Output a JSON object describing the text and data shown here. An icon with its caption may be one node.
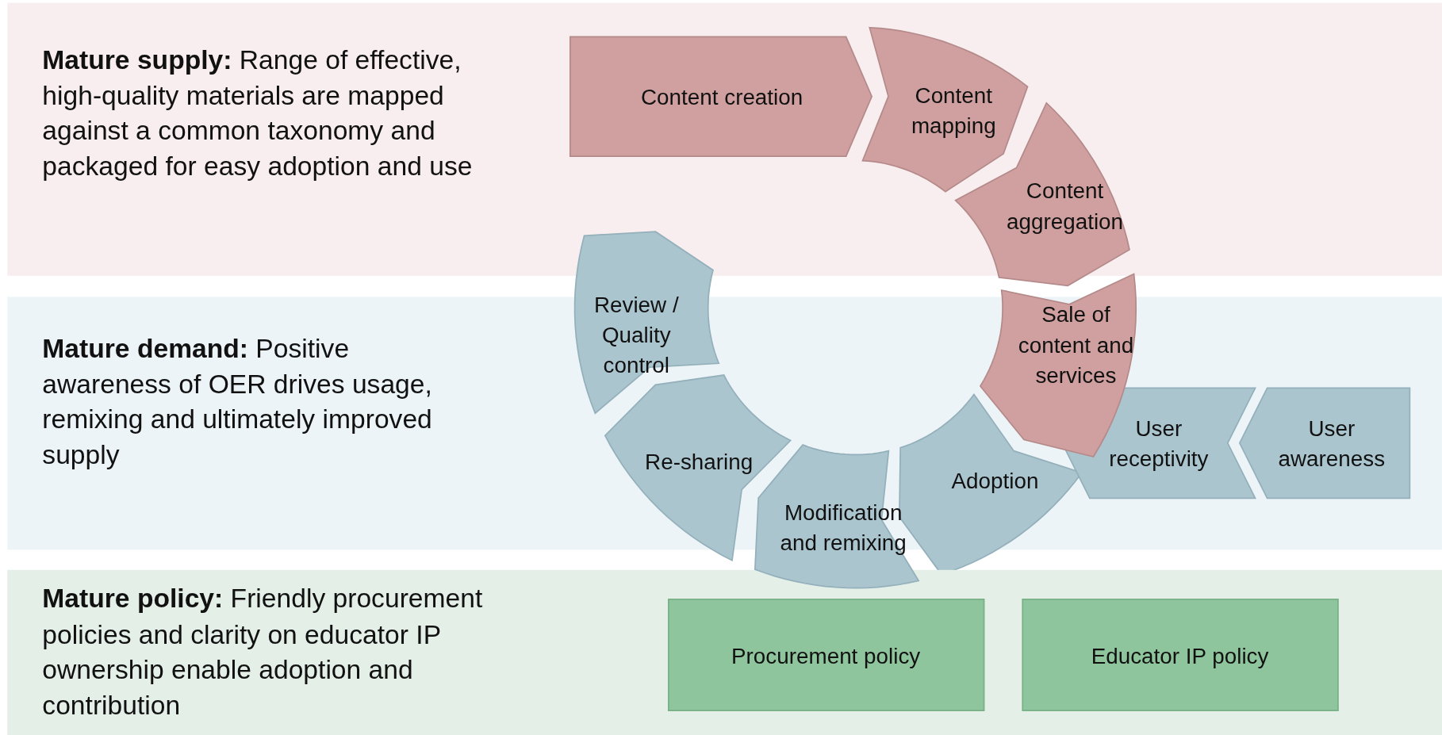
{
  "diagram": {
    "nodes": [
      {
        "text": [
          "**Mature supply:** Range of effective, high-quality materials are mapped against a common taxonomy and packaged for easy adoption and use"
        ]
      },
      {
        "text": [
          "**Mature demand:** Positive awareness of OER drives usage, remixing and ultimately improved supply"
        ]
      },
      {
        "text": [
          "**Mature policy:** Friendly procurement policies and clarity on educator IP ownership enable adoption and contribution"
        ]
      },
      {
        "text": [
          "Content creation"
        ],
        "in": 0
      },
      {
        "text": [
          "Content mapping"
        ],
        "in": 0
      },
      {
        "text": [
          "Content aggregation"
        ],
        "in": 0
      },
      {
        "text": [
          "Sale of content and services"
        ]
      },
      {
        "text": [
          "Review / Quality control"
        ]
      },
      {
        "text": [
          "Re-sharing"
        ],
        "in": 1
      },
      {
        "text": [
          "Modification and remixing"
        ]
      },
      {
        "text": [
          "Adoption"
        ],
        "in": 1
      },
      {
        "text": [
          "User receptivity"
        ],
        "in": 1
      },
      {
        "text": [
          "User awareness"
        ],
        "in": 1
      },
      {
        "text": [
          "Procurement policy"
        ],
        "in": 2
      },
      {
        "text": [
          "Educator IP policy"
        ],
        "in": 2
      }
    ]
  }
}
